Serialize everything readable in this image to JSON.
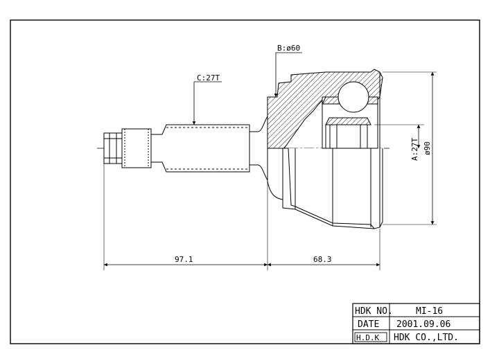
{
  "drawing": {
    "labels": {
      "spline_outer": "C:27T",
      "boot_diameter": "B:ø60",
      "spline_inner": "A:27T",
      "outer_diameter": "ø90"
    },
    "dimensions": {
      "shaft_length": "97.1",
      "body_length": "68.3"
    }
  },
  "title_block": {
    "part_no_label": "HDK NO.",
    "part_no_value": "MI-16",
    "date_label": "DATE",
    "date_value": "2001.09.06",
    "logo_text": "H.D.K",
    "company": "HDK CO.,LTD."
  }
}
